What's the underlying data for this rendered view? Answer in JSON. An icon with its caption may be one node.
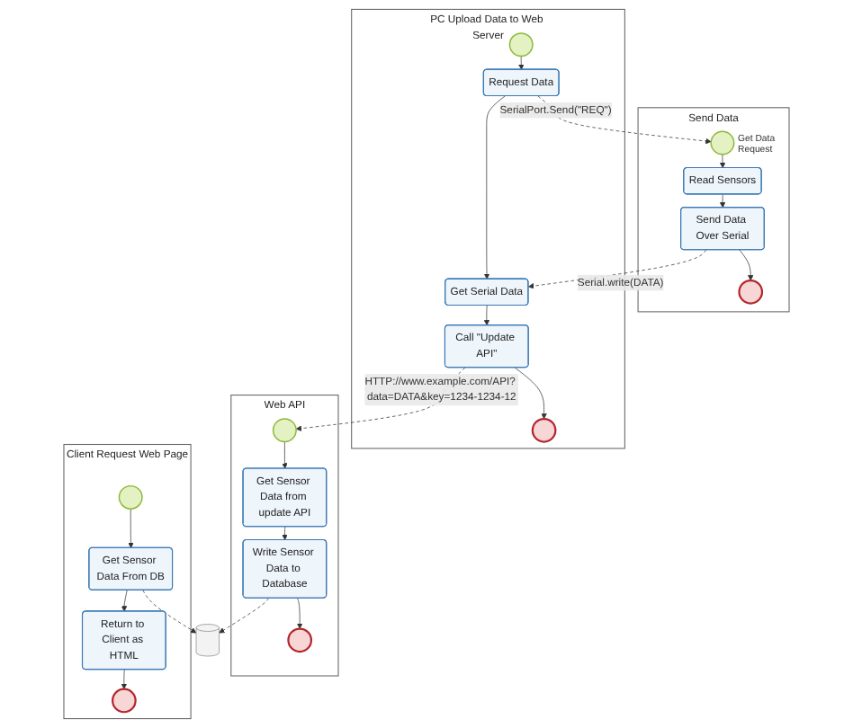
{
  "diagram": {
    "nodes": [
      {
        "text": [
          "Send Data"
        ]
      },
      {
        "text": [],
        "shape": "circle",
        "in": 0,
        "beside": [
          "Get Data Request"
        ]
      },
      {
        "text": [
          "Read Sensors"
        ],
        "in": 0
      },
      {
        "text": [
          "Send Data Over Serial"
        ],
        "in": 0
      },
      {
        "text": [],
        "shape": "circle",
        "in": 0
      },
      {
        "text": [
          "PC Upload Data to Web Server"
        ]
      },
      {
        "text": [],
        "shape": "circle",
        "in": 5
      },
      {
        "text": [
          "Request Data"
        ],
        "in": 5
      },
      {
        "text": [
          "Get Serial Data"
        ],
        "in": 5
      },
      {
        "text": [
          "Call \"Update API\""
        ],
        "in": 5
      },
      {
        "text": [],
        "shape": "circle",
        "in": 5
      },
      {
        "text": [
          "Web API"
        ]
      },
      {
        "text": [],
        "shape": "circle",
        "in": 11
      },
      {
        "text": [
          "Get Sensor Data from update API"
        ],
        "in": 11
      },
      {
        "text": [
          "Write Sensor Data to Database"
        ],
        "in": 11
      },
      {
        "text": [],
        "shape": "circle",
        "in": 11
      },
      {
        "text": [
          "Client Request Web Page"
        ]
      },
      {
        "text": [],
        "shape": "circle",
        "in": 16
      },
      {
        "text": [
          "Get Sensor Data From DB"
        ],
        "in": 16
      },
      {
        "text": [
          "Return to Client as HTML"
        ],
        "in": 16
      },
      {
        "text": [],
        "shape": "circle",
        "in": 16
      },
      {
        "text": [],
        "shape": "cylinder"
      }
    ],
    "edges": [
      {
        "from": 1,
        "to": 2,
        "arrow": "to"
      },
      {
        "from": 2,
        "to": 3,
        "arrow": "to"
      },
      {
        "from": 3,
        "to": 4,
        "arrow": "to"
      },
      {
        "from": 6,
        "to": 7,
        "arrow": "to"
      },
      {
        "from": 7,
        "to": 8,
        "arrow": "to"
      },
      {
        "from": 8,
        "to": 9,
        "arrow": "to"
      },
      {
        "from": 9,
        "to": 10,
        "arrow": "to"
      },
      {
        "from": 7,
        "to": 1,
        "arrow": "to",
        "style": "dashed",
        "label": "SerialPort.Send(\"REQ\")"
      },
      {
        "from": 3,
        "to": 8,
        "arrow": "to",
        "style": "dashed",
        "label": "Serial.write(DATA)"
      },
      {
        "from": 9,
        "to": 12,
        "arrow": "to",
        "style": "dashed",
        "label": "HTTP://www.example.com/API? data=DATA&key=1234-1234-12"
      },
      {
        "from": 12,
        "to": 13,
        "arrow": "to"
      },
      {
        "from": 13,
        "to": 14,
        "arrow": "to"
      },
      {
        "from": 14,
        "to": 15,
        "arrow": "to"
      },
      {
        "from": 17,
        "to": 18,
        "arrow": "to"
      },
      {
        "from": 18,
        "to": 19,
        "arrow": "to"
      },
      {
        "from": 19,
        "to": 20,
        "arrow": "to"
      },
      {
        "from": 14,
        "to": 21,
        "arrow": "to",
        "style": "dashed"
      },
      {
        "from": 18,
        "to": 21,
        "arrow": "to",
        "style": "dashed"
      }
    ]
  }
}
